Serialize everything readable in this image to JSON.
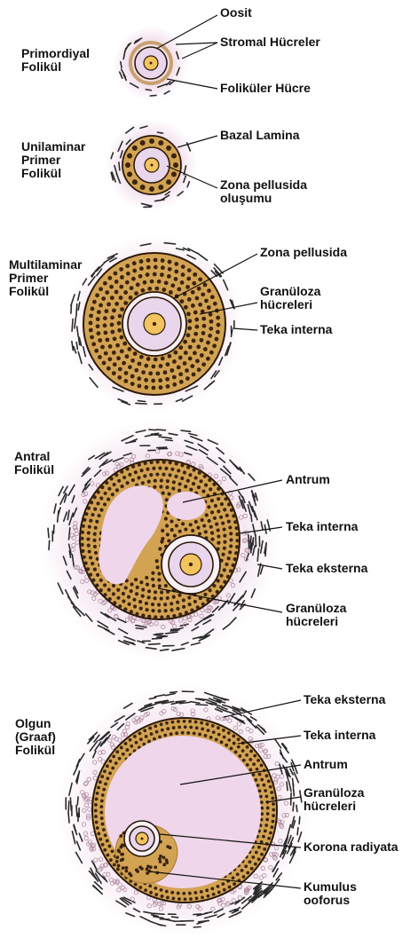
{
  "colors": {
    "halo": "#f1dcea",
    "granulosa": "#d3a354",
    "granulosa_dark": "#a77a33",
    "cell_dot": "#3a2410",
    "antrum": "#efd6ea",
    "oocyte": "#ead6ec",
    "nucleus": "#f2c35e",
    "outline": "#2a1a0a",
    "theca_dot": "#b08ca0",
    "theca_dash": "#2a2a2a"
  },
  "stages": [
    {
      "title_lines": [
        "Primordiyal",
        "Folikül"
      ],
      "labels": [
        {
          "lines": [
            "Oosit"
          ]
        },
        {
          "lines": [
            "Stromal Hücreler"
          ]
        },
        {
          "lines": [
            "Foliküler Hücre"
          ]
        }
      ]
    },
    {
      "title_lines": [
        "Unilaminar",
        "Primer",
        "Folikül"
      ],
      "labels": [
        {
          "lines": [
            "Bazal Lamina"
          ]
        },
        {
          "lines": [
            "Zona pellusida",
            "oluşumu"
          ]
        }
      ]
    },
    {
      "title_lines": [
        "Multilaminar",
        "Primer",
        "Folikül"
      ],
      "labels": [
        {
          "lines": [
            "Zona pellusida"
          ]
        },
        {
          "lines": [
            "Granüloza",
            "hücreleri"
          ]
        },
        {
          "lines": [
            "Teka interna"
          ]
        }
      ]
    },
    {
      "title_lines": [
        "Antral",
        "Folikül"
      ],
      "labels": [
        {
          "lines": [
            "Antrum"
          ]
        },
        {
          "lines": [
            "Teka interna"
          ]
        },
        {
          "lines": [
            "Teka eksterna"
          ]
        },
        {
          "lines": [
            "Granüloza",
            "hücreleri"
          ]
        }
      ]
    },
    {
      "title_lines": [
        "Olgun",
        "(Graaf)",
        "Folikül"
      ],
      "labels": [
        {
          "lines": [
            "Teka eksterna"
          ]
        },
        {
          "lines": [
            "Teka interna"
          ]
        },
        {
          "lines": [
            "Antrum"
          ]
        },
        {
          "lines": [
            "Granüloza",
            "hücreleri"
          ]
        },
        {
          "lines": [
            "Korona radiyata"
          ]
        },
        {
          "lines": [
            "Kumulus",
            "ooforus"
          ]
        }
      ]
    }
  ]
}
